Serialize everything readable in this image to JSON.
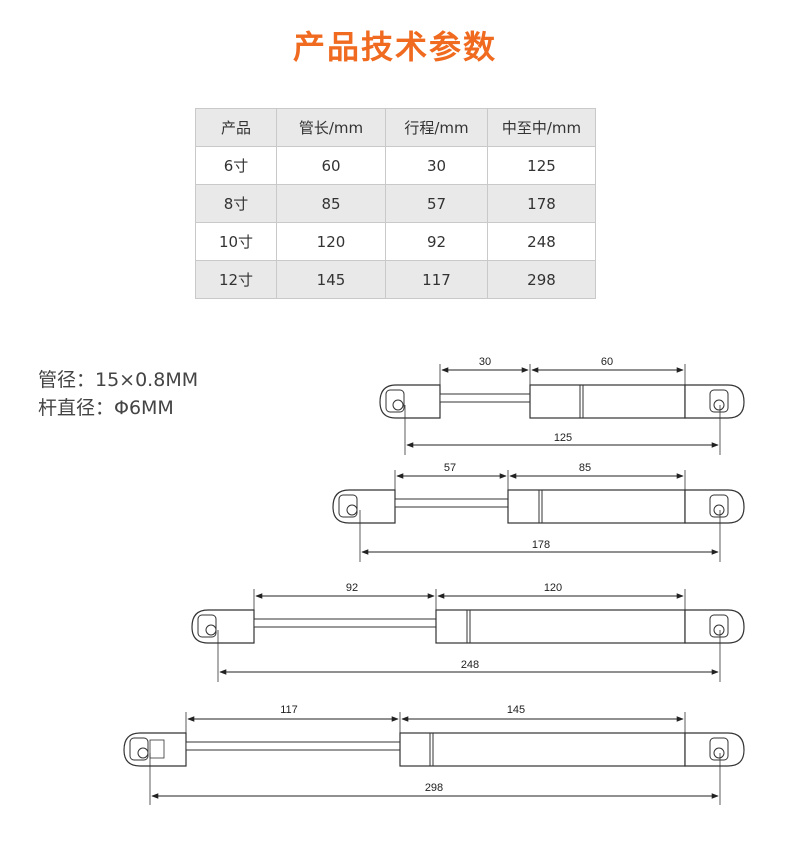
{
  "title": "产品技术参数",
  "table": {
    "headers": [
      "产品",
      "管长/mm",
      "行程/mm",
      "中至中/mm"
    ],
    "rows": [
      [
        "6寸",
        "60",
        "30",
        "125"
      ],
      [
        "8寸",
        "85",
        "57",
        "178"
      ],
      [
        "10寸",
        "120",
        "92",
        "248"
      ],
      [
        "12寸",
        "145",
        "117",
        "298"
      ]
    ]
  },
  "notes": {
    "tube": "管径：15×0.8MM",
    "rod": "杆直径：Φ6MM"
  },
  "drawings": [
    {
      "stroke": "30",
      "tube": "60",
      "total": "125"
    },
    {
      "stroke": "57",
      "tube": "85",
      "total": "178"
    },
    {
      "stroke": "92",
      "tube": "120",
      "total": "248"
    },
    {
      "stroke": "117",
      "tube": "145",
      "total": "298"
    }
  ]
}
